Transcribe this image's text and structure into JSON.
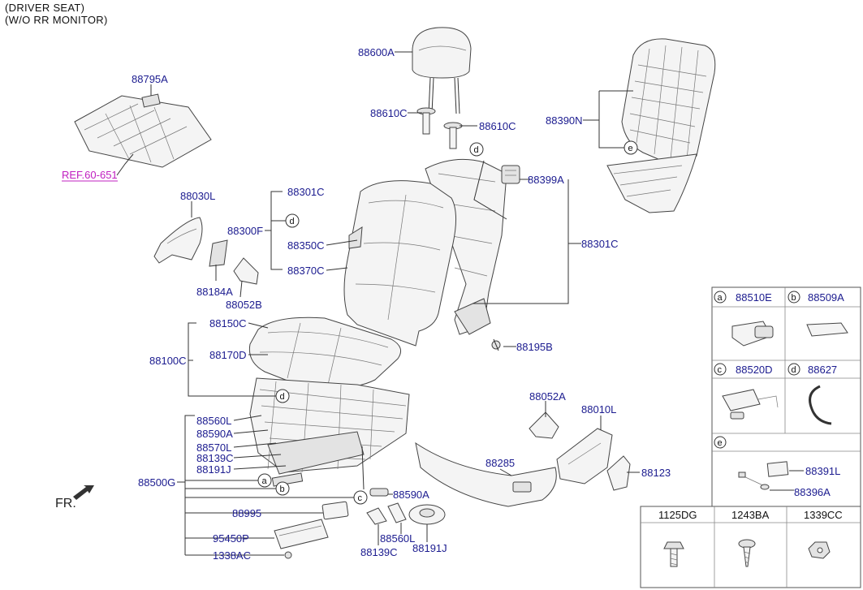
{
  "header": {
    "line1": "(DRIVER SEAT)",
    "line2": "(W/O RR MONITOR)"
  },
  "labels": {
    "p88600A": "88600A",
    "p88610C_l": "88610C",
    "p88610C_r": "88610C",
    "p88390N": "88390N",
    "p88795A": "88795A",
    "ref": "REF.60-651",
    "p88030L": "88030L",
    "p88301C_l": "88301C",
    "p88300F": "88300F",
    "p88350C": "88350C",
    "p88370C": "88370C",
    "p88399A": "88399A",
    "p88301C_r": "88301C",
    "p88184A": "88184A",
    "p88052B": "88052B",
    "p88150C": "88150C",
    "p88170D": "88170D",
    "p88100C": "88100C",
    "p88195B": "88195B",
    "p88052A": "88052A",
    "p88010L": "88010L",
    "p88560L": "88560L",
    "p88590A": "88590A",
    "p88570L": "88570L",
    "p88139C": "88139C",
    "p88191J": "88191J",
    "p88500G": "88500G",
    "p88285": "88285",
    "p88123": "88123",
    "p88590A_b": "88590A",
    "p88995": "88995",
    "p95450P": "95450P",
    "p1338AC": "1338AC",
    "p88560L_b": "88560L",
    "p88139C_b": "88139C",
    "p88191J_b": "88191J",
    "fr": "FR."
  },
  "circles": {
    "d1": "d",
    "d2": "d",
    "d3": "d",
    "e1": "e",
    "a1": "a",
    "b1": "b",
    "c1": "c"
  },
  "legend": {
    "cells": [
      {
        "key": "a",
        "code": "88510E"
      },
      {
        "key": "b",
        "code": "88509A"
      },
      {
        "key": "c",
        "code": "88520D"
      },
      {
        "key": "d",
        "code": "88627"
      },
      {
        "key": "e",
        "code": ""
      }
    ],
    "e_parts": [
      "88391L",
      "88396A"
    ],
    "fasteners": [
      "1125DG",
      "1243BA",
      "1339CC"
    ]
  },
  "colors": {
    "label": "#1b1b8f",
    "ref": "#c020c0",
    "line": "#333333"
  }
}
